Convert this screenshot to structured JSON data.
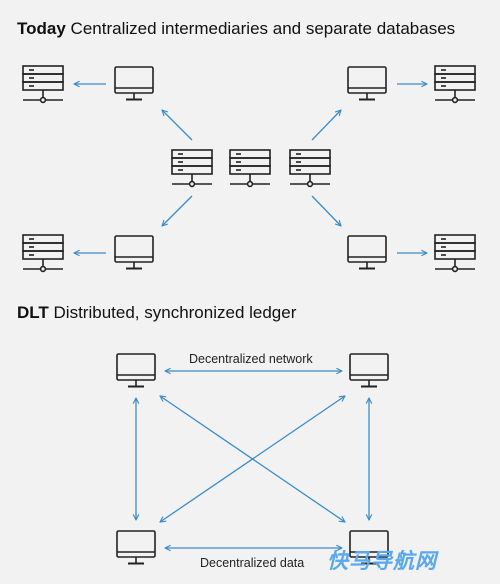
{
  "top_section": {
    "title_bold": "Today",
    "title_rest": "Centralized intermediaries and separate databases"
  },
  "bottom_section": {
    "title_bold": "DLT",
    "title_rest": "Distributed, synchronized ledger",
    "top_edge_label": "Decentralized network",
    "bottom_edge_label": "Decentralized data"
  },
  "watermark": "快马导航网",
  "colors": {
    "arrow": "#3a8ccb",
    "icon_stroke": "#222222",
    "background": "#f2f2f2"
  },
  "icons": [
    "server-icon",
    "monitor-icon"
  ]
}
